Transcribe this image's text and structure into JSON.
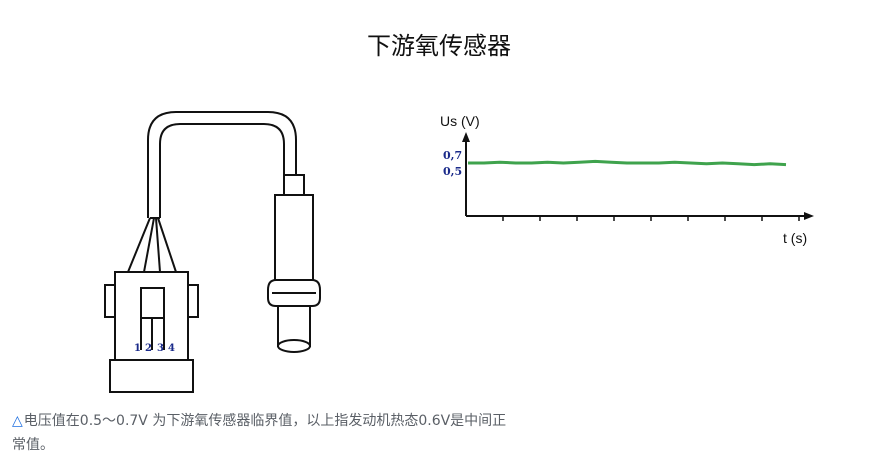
{
  "title": "下游氧传感器",
  "connector": {
    "pins": [
      "1",
      "2",
      "3",
      "4"
    ]
  },
  "chart_data": {
    "type": "line",
    "ylabel": "Us (V)",
    "xlabel": "t (s)",
    "y_ticks": [
      "0,7",
      "0,5"
    ],
    "x_tick_count": 9,
    "series": [
      {
        "color": "#3fa34d",
        "x": [
          0,
          0.05,
          0.1,
          0.15,
          0.2,
          0.25,
          0.3,
          0.35,
          0.4,
          0.45,
          0.5,
          0.55,
          0.6,
          0.65,
          0.7,
          0.75,
          0.8,
          0.85,
          0.9,
          0.95,
          1.0
        ],
        "y": [
          0.6,
          0.6,
          0.61,
          0.6,
          0.6,
          0.61,
          0.6,
          0.61,
          0.62,
          0.61,
          0.6,
          0.6,
          0.6,
          0.61,
          0.6,
          0.59,
          0.6,
          0.59,
          0.58,
          0.59,
          0.58
        ]
      }
    ]
  },
  "caption": {
    "icon": "△",
    "text": "电压值在0.5～0.7V 为下游氧传感器临界值，以上指发动机热态0.6V是中间正常值。"
  }
}
